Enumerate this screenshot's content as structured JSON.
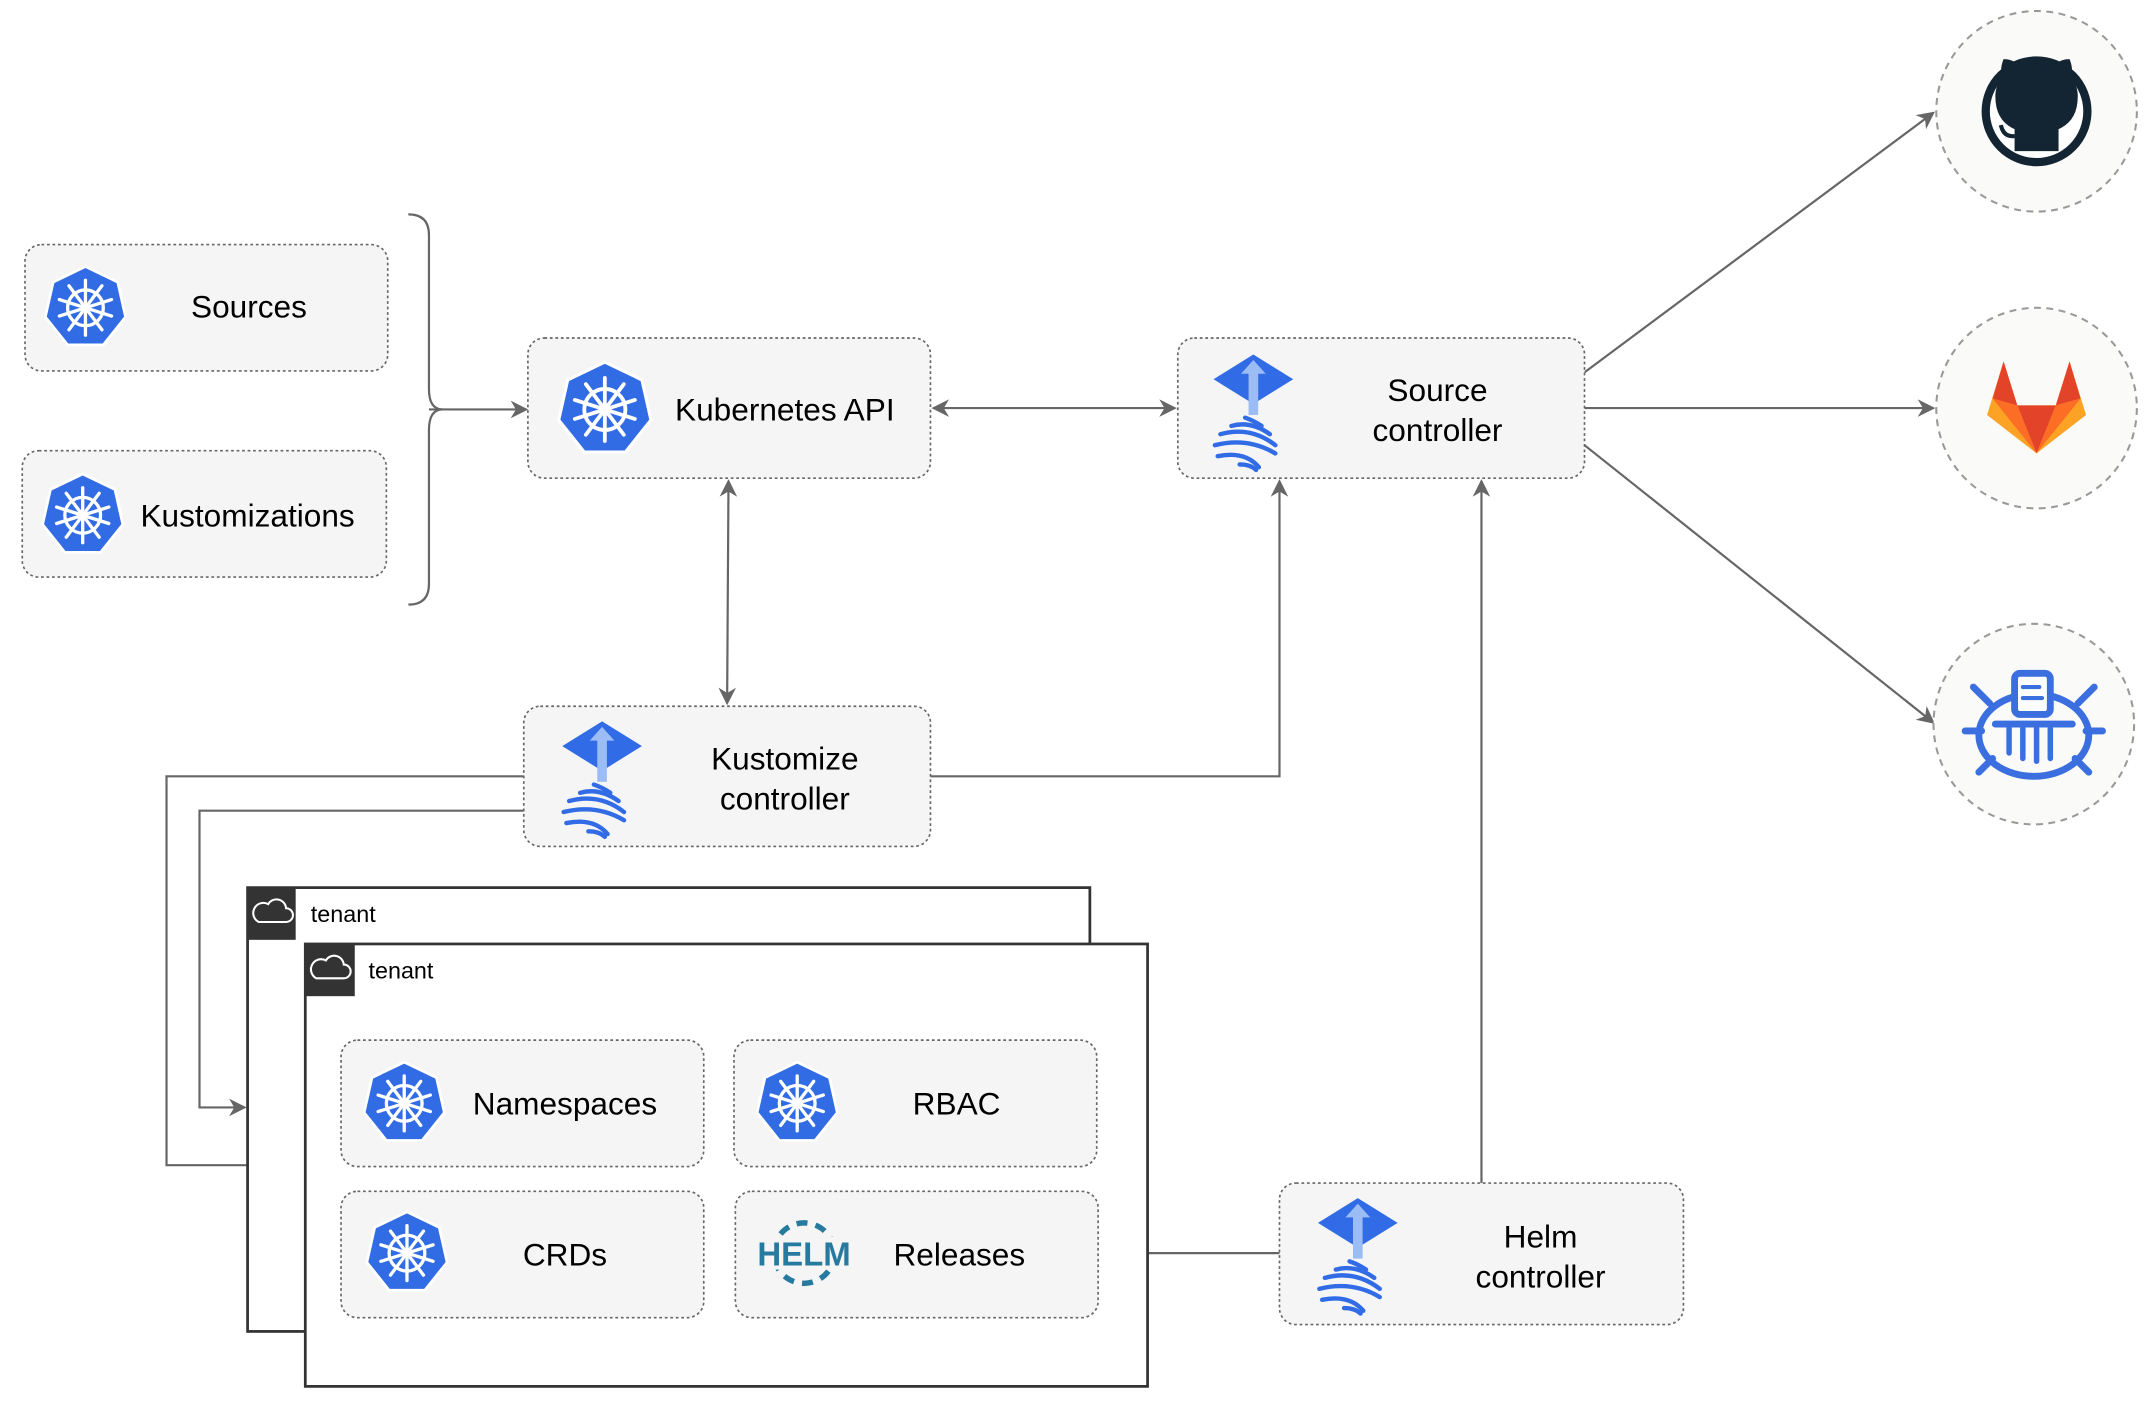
{
  "nodes": {
    "sources": "Sources",
    "kustomizations": "Kustomizations",
    "kubernetes_api": "Kubernetes API",
    "source_controller": [
      "Source",
      "controller"
    ],
    "kustomize_controller": [
      "Kustomize",
      "controller"
    ],
    "helm_controller": [
      "Helm",
      "controller"
    ],
    "namespaces": "Namespaces",
    "rbac": "RBAC",
    "crds": "CRDs",
    "releases": "Releases",
    "helm_logo": "HELM"
  },
  "tenants": [
    {
      "label": "tenant"
    },
    {
      "label": "tenant"
    }
  ],
  "external": [
    "github-icon",
    "gitlab-icon",
    "bucket-icon"
  ],
  "colors": {
    "kubernetes_blue": "#326ce5",
    "flux_blue": "#316ce6",
    "github_dark": "#132433",
    "gitlab_orange": "#e24329",
    "helm_blue": "#277a9f",
    "edge": "#666666"
  }
}
